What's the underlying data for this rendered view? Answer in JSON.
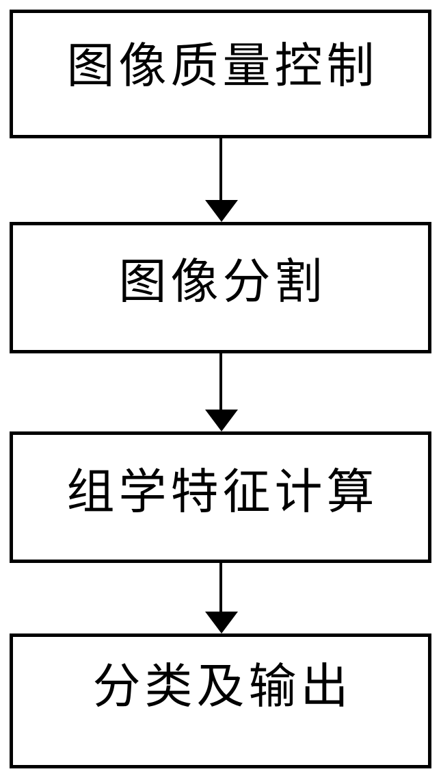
{
  "diagram": {
    "type": "flowchart",
    "orientation": "vertical-top-to-bottom",
    "background_color": "#ffffff",
    "line_color": "#000000",
    "box_fill_color": "#ffffff",
    "nodes": [
      {
        "id": "node-1",
        "label": "图像质量控制",
        "shape": "rectangle"
      },
      {
        "id": "node-2",
        "label": "图像分割",
        "shape": "rectangle"
      },
      {
        "id": "node-3",
        "label": "组学特征计算",
        "shape": "rectangle"
      },
      {
        "id": "node-4",
        "label": "分类及输出",
        "shape": "rectangle"
      }
    ],
    "connectors": [
      {
        "id": "connector-1",
        "from": "node-1",
        "to": "node-2",
        "style": "solid-arrow-down"
      },
      {
        "id": "connector-2",
        "from": "node-2",
        "to": "node-3",
        "style": "solid-arrow-down"
      },
      {
        "id": "connector-3",
        "from": "node-3",
        "to": "node-4",
        "style": "solid-arrow-down"
      }
    ]
  }
}
